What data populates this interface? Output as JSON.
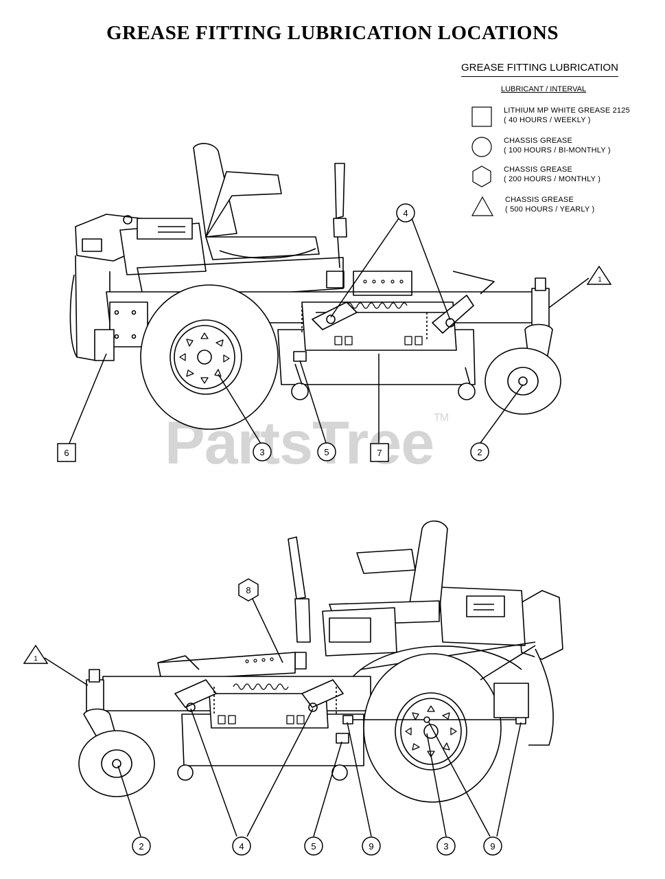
{
  "title": "GREASE FITTING LUBRICATION LOCATIONS",
  "legend": {
    "title": "GREASE FITTING LUBRICATION",
    "subtitle": "LUBRICANT / INTERVAL",
    "items": [
      {
        "shape": "square",
        "line1": "LITHIUM MP WHITE GREASE 2125",
        "line2": "( 40 HOURS / WEEKLY )"
      },
      {
        "shape": "circle",
        "line1": "CHASSIS GREASE",
        "line2": "( 100 HOURS / BI-MONTHLY )"
      },
      {
        "shape": "hexagon",
        "line1": "CHASSIS GREASE",
        "line2": "( 200 HOURS / MONTHLY )"
      },
      {
        "shape": "triangle",
        "line1": "CHASSIS GREASE",
        "line2": "( 500 HOURS / YEARLY )"
      }
    ]
  },
  "watermark": {
    "text": "PartsTree",
    "mark": "TM"
  },
  "callouts": {
    "top_1": "1",
    "top_2": "2",
    "top_3": "3",
    "top_4": "4",
    "top_5": "5",
    "top_6": "6",
    "top_7": "7",
    "bottom_1": "1",
    "bottom_2": "2",
    "bottom_3": "3",
    "bottom_4": "4",
    "bottom_5": "5",
    "bottom_8": "8",
    "bottom_9a": "9",
    "bottom_9b": "9"
  }
}
